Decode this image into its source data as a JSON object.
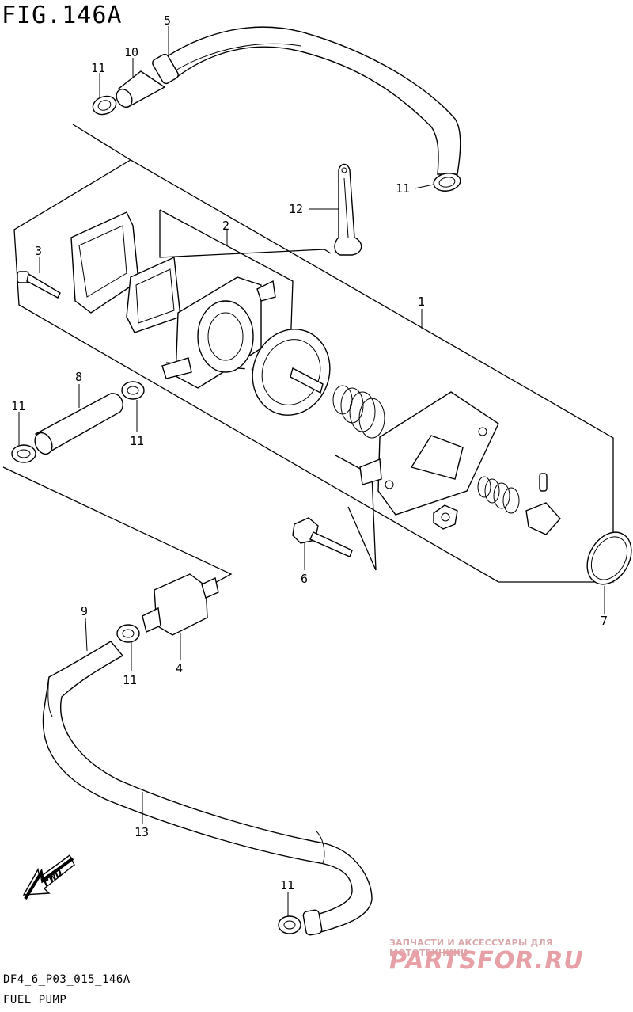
{
  "figure": {
    "title": "FIG.146A",
    "diagram_code": "DF4_6_P03_015_146A",
    "caption": "FUEL PUMP",
    "direction_label": "FWD"
  },
  "watermark": {
    "subtitle": "ЗАПЧАСТИ И АКСЕССУАРЫ ДЛЯ МОТОТЕХНИКИ",
    "brand": "PARTSFOR.RU",
    "color": "#e7a0a5"
  },
  "callouts": {
    "c1": "1",
    "c2": "2",
    "c3": "3",
    "c4": "4",
    "c5": "5",
    "c6": "6",
    "c7": "7",
    "c8": "8",
    "c9": "9",
    "c10": "10",
    "c11a": "11",
    "c11b": "11",
    "c11c": "11",
    "c11d": "11",
    "c11e": "11",
    "c11f": "11",
    "c12": "12",
    "c13": "13"
  }
}
